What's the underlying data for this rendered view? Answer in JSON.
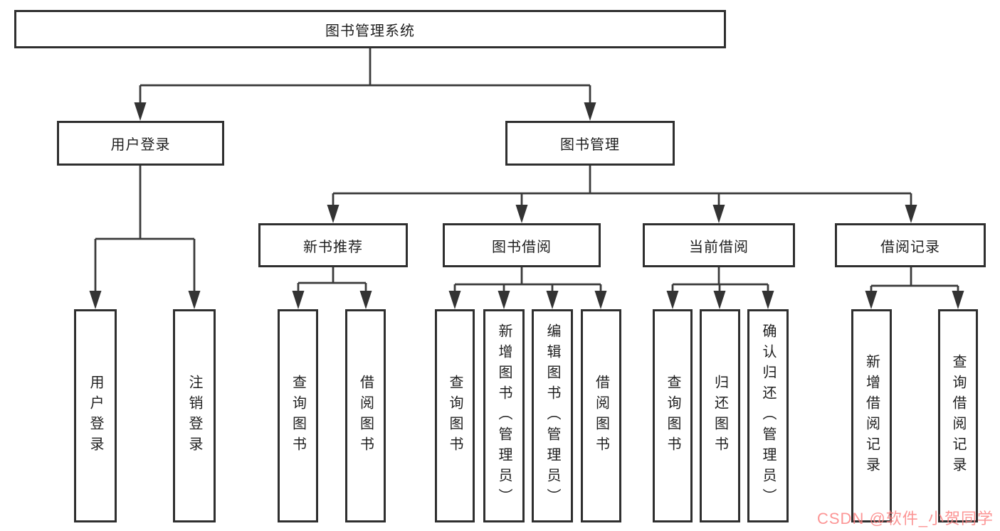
{
  "tree": {
    "label": "图书管理系统",
    "children": [
      {
        "label": "用户登录",
        "children": [
          {
            "label": "用户登录"
          },
          {
            "label": "注销登录"
          }
        ]
      },
      {
        "label": "图书管理",
        "children": [
          {
            "label": "新书推荐",
            "children": [
              {
                "label": "查询图书"
              },
              {
                "label": "借阅图书"
              }
            ]
          },
          {
            "label": "图书借阅",
            "children": [
              {
                "label": "查询图书"
              },
              {
                "label": "新增图书（管理员）"
              },
              {
                "label": "编辑图书（管理员）"
              },
              {
                "label": "借阅图书"
              }
            ]
          },
          {
            "label": "当前借阅",
            "children": [
              {
                "label": "查询图书"
              },
              {
                "label": "归还图书"
              },
              {
                "label": "确认归还（管理员）"
              }
            ]
          },
          {
            "label": "借阅记录",
            "children": [
              {
                "label": "新增借阅记录"
              },
              {
                "label": "查询借阅记录"
              }
            ]
          }
        ]
      }
    ]
  },
  "watermark": "CSDN @软件_小贺同学",
  "colors": {
    "line": "#3a3a3a",
    "box_border": "#2f2f2f",
    "text": "#1f1f1f",
    "watermark": "#fc8282",
    "background": "#ffffff"
  }
}
